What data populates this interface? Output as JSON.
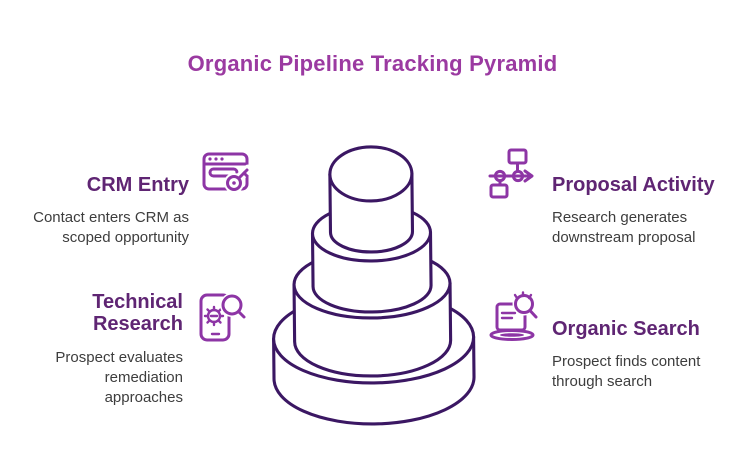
{
  "title": "Organic Pipeline Tracking Pyramid",
  "colors": {
    "title": "#9b3aa1",
    "heading": "#5f2573",
    "body_text": "#3d3d3d",
    "icon": "#8d35a5",
    "pyramid_outline": "#3b1763",
    "background": "#ffffff"
  },
  "pyramid": {
    "description": "hand-drawn four-tier cake / pyramid illustration",
    "tiers": 4
  },
  "features": [
    {
      "id": "crm-entry",
      "side": "left",
      "heading": "CRM Entry",
      "description": "Contact enters CRM as scoped opportunity",
      "icon": "browser-key-icon"
    },
    {
      "id": "technical-research",
      "side": "left",
      "heading": "Technical Research",
      "description": "Prospect evaluates remediation approaches",
      "icon": "phone-bug-search-icon"
    },
    {
      "id": "proposal-activity",
      "side": "right",
      "heading": "Proposal Activity",
      "description": "Research generates downstream proposal",
      "icon": "flowchart-arrow-icon"
    },
    {
      "id": "organic-search",
      "side": "right",
      "heading": "Organic Search",
      "description": "Prospect finds content through search",
      "icon": "laptop-search-icon"
    }
  ]
}
